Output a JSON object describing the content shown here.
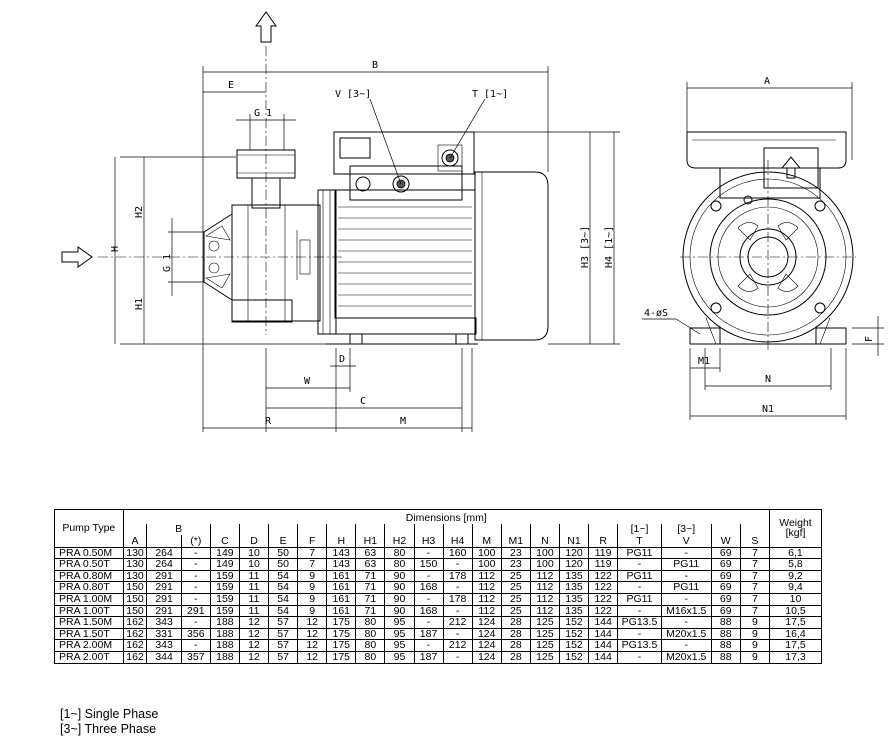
{
  "drawing": {
    "labels": {
      "B": "B",
      "E": "E",
      "G1_top": "G 1",
      "V": "V [3~]",
      "T": "T [1~]",
      "H2": "H2",
      "H": "H",
      "G1_left": "G 1",
      "H1": "H1",
      "H3": "H3 [3~]",
      "H4": "H4 [1~]",
      "D": "D",
      "W": "W",
      "C": "C",
      "R": "R",
      "M": "M",
      "A": "A",
      "F": "F",
      "holes": "4-øS",
      "M1": "M1",
      "N": "N",
      "N1": "N1"
    },
    "icons": [
      "outlet-arrow-icon",
      "inlet-arrow-icon",
      "side-outlet-arrow-icon"
    ]
  },
  "table": {
    "header": {
      "pump_type": "Pump Type",
      "dimensions": "Dimensions [mm]",
      "weight_line1": "Weight",
      "weight_line2": "[kgf]",
      "B_group": "B",
      "single_phase": "[1~]",
      "three_phase": "[3~]",
      "columns": [
        "A",
        "",
        "(*)",
        "C",
        "D",
        "E",
        "F",
        "H",
        "H1",
        "H2",
        "H3",
        "H4",
        "M",
        "M1",
        "N",
        "N1",
        "R",
        "T",
        "V",
        "W",
        "S"
      ]
    },
    "rows": [
      [
        "PRA 0.50M",
        "130",
        "264",
        "-",
        "149",
        "10",
        "50",
        "7",
        "143",
        "63",
        "80",
        "-",
        "160",
        "100",
        "23",
        "100",
        "120",
        "119",
        "PG11",
        "-",
        "69",
        "7",
        "6,1"
      ],
      [
        "PRA 0.50T",
        "130",
        "264",
        "-",
        "149",
        "10",
        "50",
        "7",
        "143",
        "63",
        "80",
        "150",
        "-",
        "100",
        "23",
        "100",
        "120",
        "119",
        "-",
        "PG11",
        "69",
        "7",
        "5,8"
      ],
      [
        "PRA 0.80M",
        "130",
        "291",
        "-",
        "159",
        "11",
        "54",
        "9",
        "161",
        "71",
        "90",
        "-",
        "178",
        "112",
        "25",
        "112",
        "135",
        "122",
        "PG11",
        "-",
        "69",
        "7",
        "9,2"
      ],
      [
        "PRA 0.80T",
        "150",
        "291",
        "-",
        "159",
        "11",
        "54",
        "9",
        "161",
        "71",
        "90",
        "168",
        "-",
        "112",
        "25",
        "112",
        "135",
        "122",
        "-",
        "PG11",
        "69",
        "7",
        "9,4"
      ],
      [
        "PRA 1.00M",
        "150",
        "291",
        "-",
        "159",
        "11",
        "54",
        "9",
        "161",
        "71",
        "90",
        "-",
        "178",
        "112",
        "25",
        "112",
        "135",
        "122",
        "PG11",
        "-",
        "69",
        "7",
        "10"
      ],
      [
        "PRA 1.00T",
        "150",
        "291",
        "291",
        "159",
        "11",
        "54",
        "9",
        "161",
        "71",
        "90",
        "168",
        "-",
        "112",
        "25",
        "112",
        "135",
        "122",
        "-",
        "M16x1.5",
        "69",
        "7",
        "10,5"
      ],
      [
        "PRA 1.50M",
        "162",
        "343",
        "-",
        "188",
        "12",
        "57",
        "12",
        "175",
        "80",
        "95",
        "-",
        "212",
        "124",
        "28",
        "125",
        "152",
        "144",
        "PG13.5",
        "-",
        "88",
        "9",
        "17,5"
      ],
      [
        "PRA 1.50T",
        "162",
        "331",
        "356",
        "188",
        "12",
        "57",
        "12",
        "175",
        "80",
        "95",
        "187",
        "-",
        "124",
        "28",
        "125",
        "152",
        "144",
        "-",
        "M20x1.5",
        "88",
        "9",
        "16,4"
      ],
      [
        "PRA 2.00M",
        "162",
        "343",
        "-",
        "188",
        "12",
        "57",
        "12",
        "175",
        "80",
        "95",
        "-",
        "212",
        "124",
        "28",
        "125",
        "152",
        "144",
        "PG13.5",
        "-",
        "88",
        "9",
        "17,5"
      ],
      [
        "PRA 2.00T",
        "162",
        "344",
        "357",
        "188",
        "12",
        "57",
        "12",
        "175",
        "80",
        "95",
        "187",
        "-",
        "124",
        "28",
        "125",
        "152",
        "144",
        "-",
        "M20x1.5",
        "88",
        "9",
        "17,3"
      ]
    ]
  },
  "notes": [
    "[1~] Single Phase",
    "[3~] Three Phase"
  ]
}
